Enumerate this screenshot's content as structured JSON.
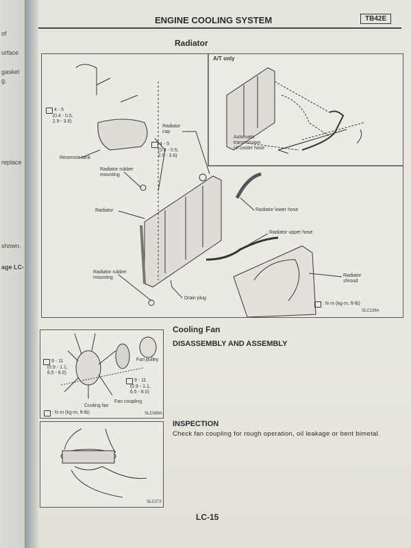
{
  "left_page_fragments": [
    "of",
    "urface",
    "gasket",
    "g.",
    "replace",
    "shown.",
    "age LC-"
  ],
  "header": {
    "title": "ENGINE COOLING SYSTEM",
    "model": "TB42E"
  },
  "radiator": {
    "title": "Radiator",
    "inset_title": "A/T only",
    "labels": {
      "torque_1": [
        "4 - 5",
        "(0.4 - 0.5,",
        "2.9 - 3.6)"
      ],
      "torque_2": [
        "4 - 5",
        "(0.4 - 0.5,",
        "2.9 - 3.6)"
      ],
      "reservoir_tank": "Reservoir tank",
      "radiator_cap": [
        "Radiator",
        "cap"
      ],
      "rubber_mounting_upper": [
        "Radiator rubber",
        "mounting"
      ],
      "radiator": "Radiator",
      "rubber_mounting_lower": [
        "Radiator rubber",
        "mounting"
      ],
      "drain_plug": "Drain plug",
      "lower_hose": "Radiator lower hose",
      "upper_hose": "Radiator upper hose",
      "shroud": [
        "Radiator",
        "shroud"
      ],
      "oil_cooler_hose": [
        "Automatic",
        "transmission",
        "oil cooler hose"
      ]
    },
    "legend": ": N·m (kg-m, ft-lb)",
    "figure_code": "SLC138A"
  },
  "fan_figure": {
    "labels": {
      "torque_1": [
        "9 - 11",
        "(0.9 - 1.1,",
        "6.5 - 8.0)"
      ],
      "torque_2": [
        "9 - 11",
        "(0.9 - 1.1,",
        "6.5 - 8.0)"
      ],
      "fan_pulley": "Fan pulley",
      "cooling_fan": "Cooling fan",
      "fan_coupling": "Fan coupling"
    },
    "legend": ": N·m (kg-m, ft-lb)",
    "figure_code": "SLC089A"
  },
  "inspection_figure": {
    "figure_code": "SLC072"
  },
  "cooling_fan": {
    "title": "Cooling Fan",
    "disassembly_heading": "DISASSEMBLY AND ASSEMBLY",
    "inspection_heading": "INSPECTION",
    "inspection_text": "Check fan coupling for rough operation, oil leakage or bent bimetal."
  },
  "footer": {
    "page_number": "LC-15"
  }
}
